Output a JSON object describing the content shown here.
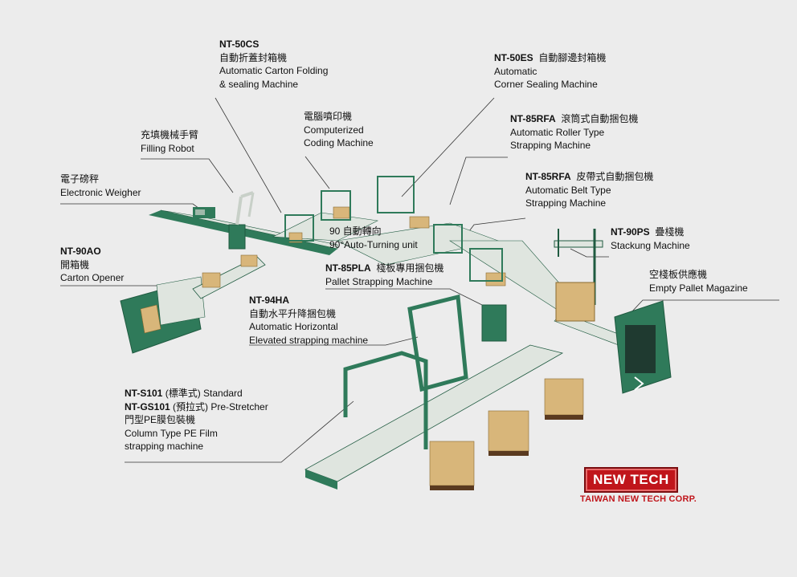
{
  "labels": {
    "nt50cs": {
      "code": "NT-50CS",
      "zh": "自動折蓋封箱機",
      "en1": "Automatic Carton Folding",
      "en2": "& sealing Machine"
    },
    "nt50es": {
      "code": "NT-50ES",
      "zh": "自動腳邊封箱機",
      "en1": "Automatic",
      "en2": "Corner Sealing Machine"
    },
    "coding": {
      "zh": "電腦噴印機",
      "en1": "Computerized",
      "en2": "Coding Machine"
    },
    "robot": {
      "zh": "充填機械手臂",
      "en1": "Filling  Robot"
    },
    "nt85rfa1": {
      "code": "NT-85RFA",
      "zh": "滾筒式自動捆包機",
      "en1": "Automatic Roller Type",
      "en2": "Strapping Machine"
    },
    "weigher": {
      "zh": "電子磅秤",
      "en1": "Electronic  Weigher"
    },
    "nt85rfa2": {
      "code": "NT-85RFA",
      "zh": "皮帶式自動捆包機",
      "en1": "Automatic Belt  Type",
      "en2": "Strapping Machine"
    },
    "turning": {
      "zh": "90 自動轉向",
      "en1": "90°Auto-Turning unit"
    },
    "nt90ps": {
      "code": "NT-90PS",
      "zh": "疊棧機",
      "en1": "Stackung Machine"
    },
    "nt90ao": {
      "code": "NT-90AO",
      "zh": "開箱機",
      "en1": "Carton Opener"
    },
    "nt85pla": {
      "code": "NT-85PLA",
      "zh": "棧板專用捆包機",
      "en1": "Pallet Strapping Machine"
    },
    "pallet": {
      "zh": "空棧板供應機",
      "en1": "Empty  Pallet  Magazine"
    },
    "nt94ha": {
      "code": "NT-94HA",
      "zh": "自動水平升降捆包機",
      "en1": "Automatic Horizontal",
      "en2": "Elevated strapping  machine"
    },
    "column": {
      "code1": "NT-S101",
      "l1": " (標準式) Standard",
      "code2": "NT-GS101",
      "l2": " (預拉式) Pre-Stretcher",
      "zh": "門型PE膜包裝機",
      "en1": "Column Type  PE Film",
      "en2": "strapping  machine"
    }
  },
  "logo": {
    "text": "NEW TECH",
    "company": "TAIWAN NEW TECH CORP."
  },
  "colors": {
    "machine": "#2f7a5a",
    "machine_dark": "#1f5a40",
    "conveyor": "#dfe5df",
    "carton": "#d8b67a",
    "accent": "#c0151b"
  }
}
